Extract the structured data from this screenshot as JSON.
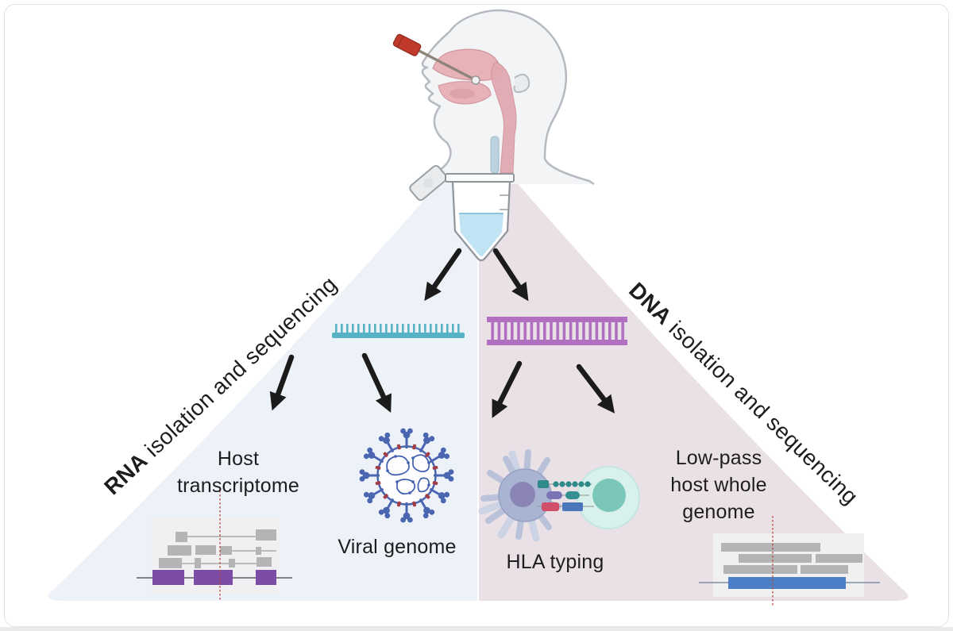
{
  "figure": {
    "title_hidden": "",
    "sample_source_icon": "nasopharyngeal-swab-patient",
    "branch_left": {
      "bold": "RNA",
      "rest": " isolation and sequencing"
    },
    "branch_right": {
      "bold": "DNA",
      "rest": " isolation and sequencing"
    },
    "outputs": {
      "host_transcriptome": {
        "line1": "Host",
        "line2": "transcriptome"
      },
      "viral_genome": {
        "label": "Viral genome"
      },
      "hla_typing": {
        "label": "HLA typing"
      },
      "low_pass_genome": {
        "line1": "Low-pass",
        "line2": "host whole",
        "line3": "genome"
      }
    }
  },
  "icons": {
    "patient": "patient-head-swab-icon",
    "swab": "nasal-swab-icon",
    "tube": "sample-tube-icon",
    "rna": "rna-strand-icon",
    "dna": "dna-ladder-icon",
    "virus": "virus-particle-icon",
    "transcriptome": "transcriptome-tracks-icon",
    "hla": "antigen-presenting-cell-tcell-icon",
    "genome": "genome-reads-icon",
    "arrow": "flow-arrow-icon"
  },
  "colors": {
    "text": "#1D1D1F",
    "rna_side": "#EDF1F8",
    "dna_side": "#EAE1E6",
    "rna_strand": "#57B2C6",
    "dna_strand": "#B06FC0",
    "arrow": "#1B1B1B",
    "exon_purple": "#7B4BA6",
    "read_gray": "#B4B4B6",
    "genome_blue": "#4D7FC7",
    "marker_red": "#B8473C",
    "virus_blue": "#4A66B0",
    "virus_dot": "#A53C44",
    "dendritic_fill": "#A9B4D2",
    "dendritic_nucleus": "#8A85B5",
    "tcell_fill": "#D9F1EC",
    "tcell_nucleus": "#7AC6B8",
    "liquid_blue": "#C0E4F4",
    "cap_red": "#C0392B",
    "head_outline": "#B5BAC0",
    "anatomy_pink": "#E7B2B8"
  }
}
